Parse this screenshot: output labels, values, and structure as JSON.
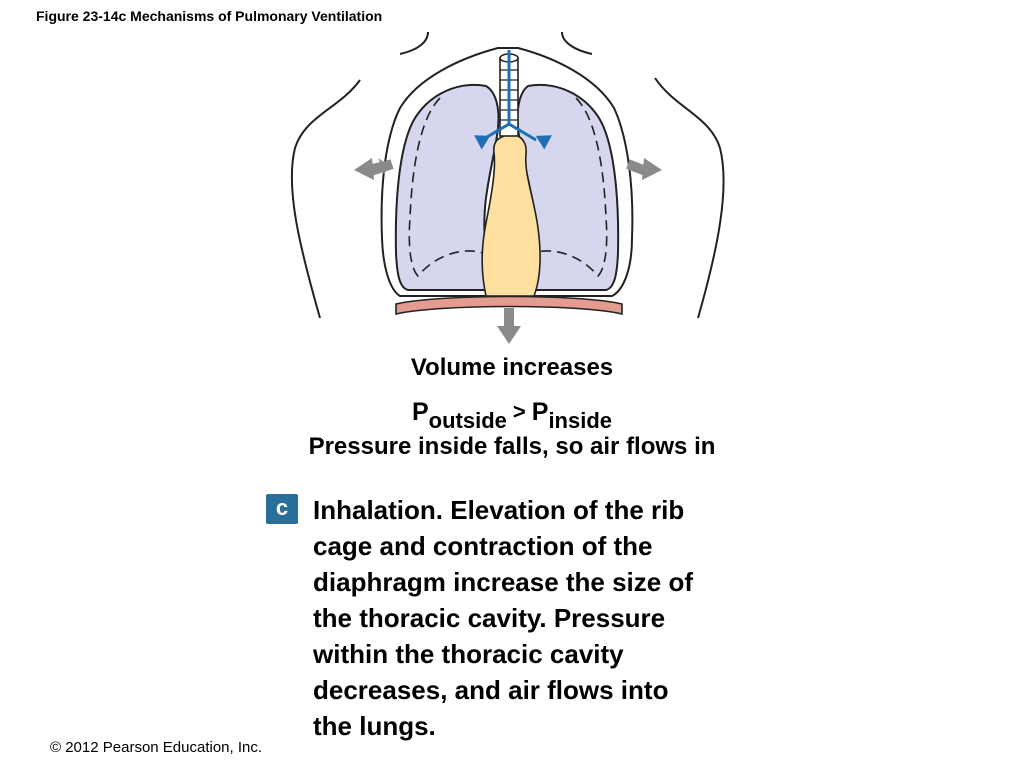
{
  "figure": {
    "title": "Figure 23-14c  Mechanisms of Pulmonary Ventilation"
  },
  "diagram": {
    "volume_label": "Volume increases",
    "pressure": {
      "p_left": "P",
      "sub_left": "outside",
      "comparator": ">",
      "p_right": "P",
      "sub_right": "inside"
    },
    "pressure_text": "Pressure inside falls, so air flows in",
    "colors": {
      "lung_fill": "#d6d6ee",
      "heart_fill": "#fde0a0",
      "diaphragm_fill": "#e59c90",
      "air_arrow": "#1e6fb6",
      "movement_arrow": "#8a8a8a"
    }
  },
  "panel": {
    "badge": "c",
    "caption_lines": [
      "Inhalation. Elevation of the rib",
      "cage and contraction of the",
      "diaphragm increase the size of",
      "the thoracic cavity. Pressure",
      "within the thoracic cavity",
      "decreases, and air flows into",
      "the lungs."
    ]
  },
  "footer": {
    "copyright": "© 2012 Pearson Education, Inc."
  }
}
